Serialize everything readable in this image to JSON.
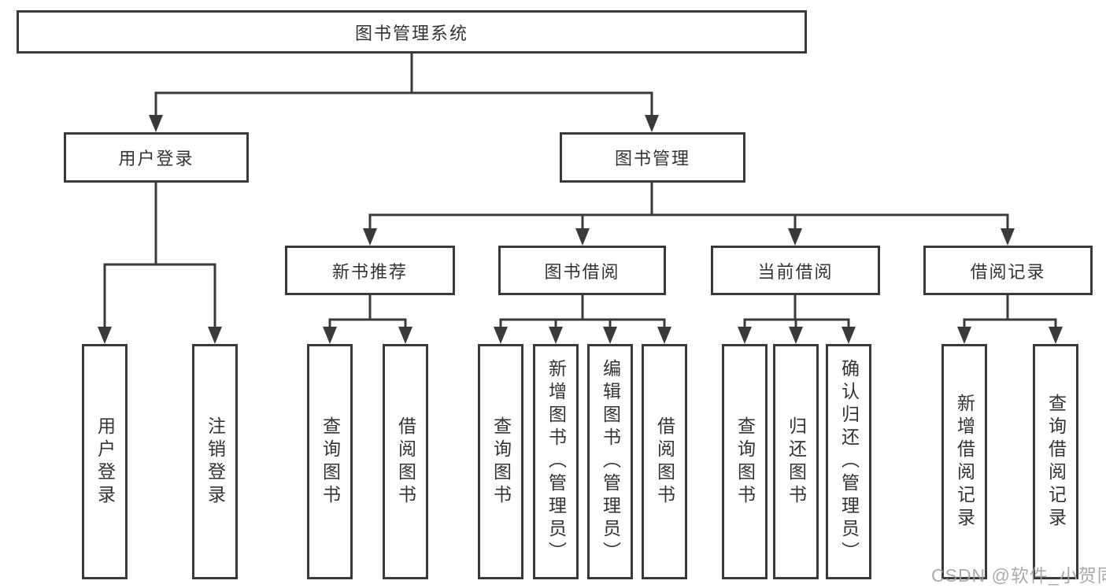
{
  "diagram_type": "hierarchy",
  "colors": {
    "line": "#3a3a3a",
    "text": "#333333",
    "background": "#ffffff",
    "watermark": "#9e9e9e"
  },
  "watermark": "CSDN @软件_小贺同学",
  "tree": {
    "label": "图书管理系统",
    "children": [
      {
        "label": "用户登录",
        "children": [
          {
            "label": "用户登录"
          },
          {
            "label": "注销登录"
          }
        ]
      },
      {
        "label": "图书管理",
        "children": [
          {
            "label": "新书推荐",
            "children": [
              {
                "label": "查询图书"
              },
              {
                "label": "借阅图书"
              }
            ]
          },
          {
            "label": "图书借阅",
            "children": [
              {
                "label": "查询图书"
              },
              {
                "label": "新增图书（管理员）"
              },
              {
                "label": "编辑图书（管理员）"
              },
              {
                "label": "借阅图书"
              }
            ]
          },
          {
            "label": "当前借阅",
            "children": [
              {
                "label": "查询图书"
              },
              {
                "label": "归还图书"
              },
              {
                "label": "确认归还（管理员）"
              }
            ]
          },
          {
            "label": "借阅记录",
            "children": [
              {
                "label": "新增借阅记录"
              },
              {
                "label": "查询借阅记录"
              }
            ]
          }
        ]
      }
    ]
  }
}
